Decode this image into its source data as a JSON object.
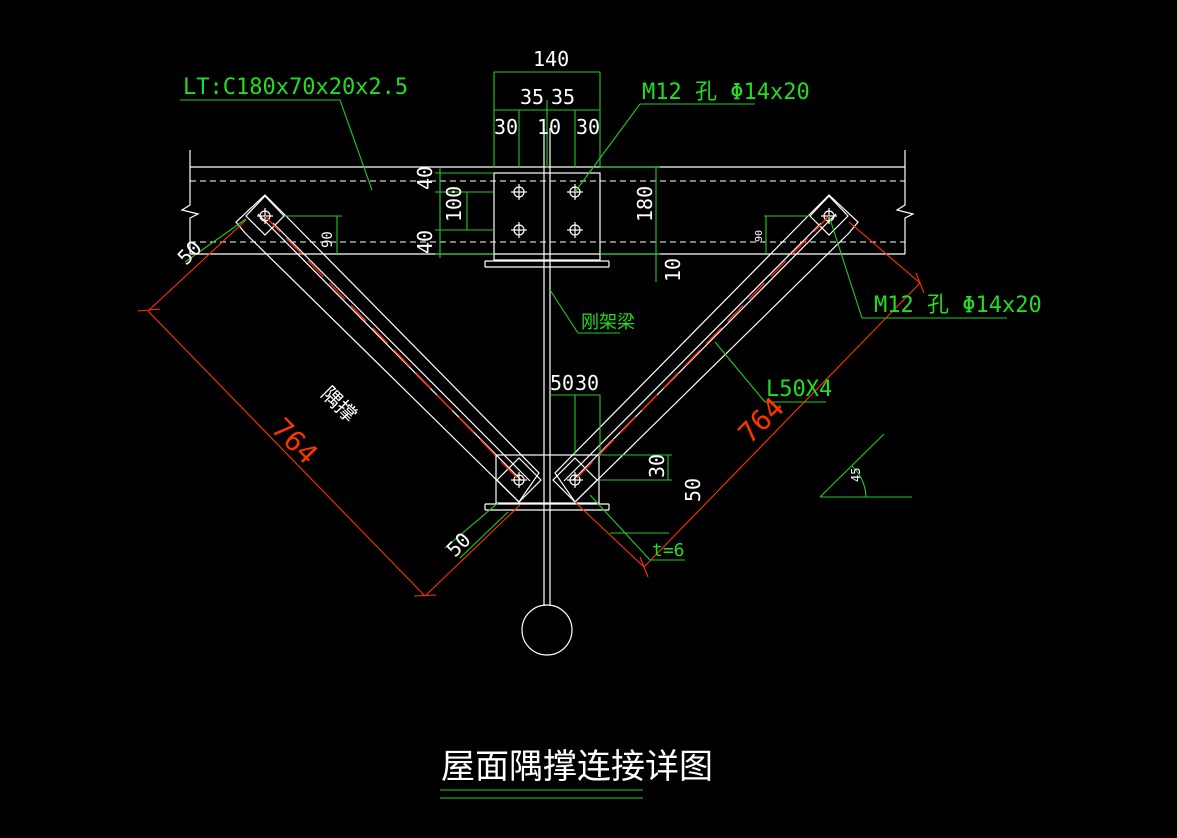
{
  "title": "屋面隅撑连接详图",
  "labels": {
    "purlin": "LT:C180x70x20x2.5",
    "bolt_left": "M12 孔 Φ14x20",
    "bolt_right": "M12 孔 Φ14x20",
    "beam": "刚架梁",
    "angle": "L50X4",
    "plate": "t=6",
    "brace": "隅撑"
  },
  "dims": {
    "top_width": "140",
    "top_half_l": "35",
    "top_half_r": "35",
    "top_30_l": "30",
    "top_10": "10",
    "top_30_r": "30",
    "v40_top": "40",
    "v100": "100",
    "v40_bot": "40",
    "v180": "180",
    "v10": "10",
    "v90_l": "90",
    "v90_r": "90",
    "v50_upper": "50",
    "diag_764_l": "764",
    "diag_764_r": "764",
    "v50_lower": "50",
    "b50": "50",
    "b30": "30",
    "b30_side": "30",
    "b50_side": "50",
    "angle_symbol": "45"
  }
}
